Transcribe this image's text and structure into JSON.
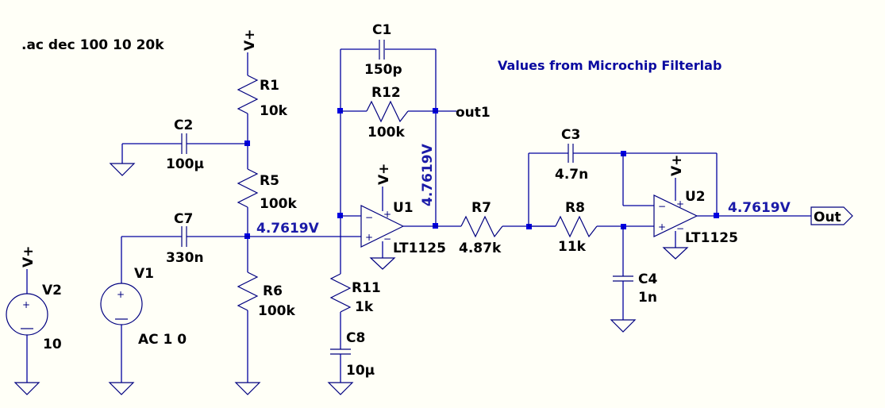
{
  "schematic": {
    "directive": ".ac dec 100 10 20k",
    "note": "Values from Microchip Filterlab",
    "supply_label": "V+",
    "components": {
      "R1": {
        "name": "R1",
        "value": "10k"
      },
      "R5": {
        "name": "R5",
        "value": "100k"
      },
      "R6": {
        "name": "R6",
        "value": "100k"
      },
      "R7": {
        "name": "R7",
        "value": "4.87k"
      },
      "R8": {
        "name": "R8",
        "value": "11k"
      },
      "R11": {
        "name": "R11",
        "value": "1k"
      },
      "R12": {
        "name": "R12",
        "value": "100k"
      },
      "C1": {
        "name": "C1",
        "value": "150p"
      },
      "C2": {
        "name": "C2",
        "value": "100µ"
      },
      "C3": {
        "name": "C3",
        "value": "4.7n"
      },
      "C4": {
        "name": "C4",
        "value": "1n"
      },
      "C7": {
        "name": "C7",
        "value": "330n"
      },
      "C8": {
        "name": "C8",
        "value": "10µ"
      },
      "V1": {
        "name": "V1",
        "value": "AC 1 0"
      },
      "V2": {
        "name": "V2",
        "value": "10"
      },
      "U1": {
        "name": "U1",
        "value": "LT1125"
      },
      "U2": {
        "name": "U2",
        "value": "LT1125"
      }
    },
    "net_labels": {
      "out1": "out1",
      "out": "Out"
    },
    "node_voltages": {
      "bias": "4.7619V",
      "u1_out": "4.7619V",
      "u2_out": "4.7619V"
    },
    "colors": {
      "background": "#fffff7",
      "wire": "#0000a0",
      "junction": "#0000e0",
      "voltage_label": "#1a1aa8"
    }
  }
}
